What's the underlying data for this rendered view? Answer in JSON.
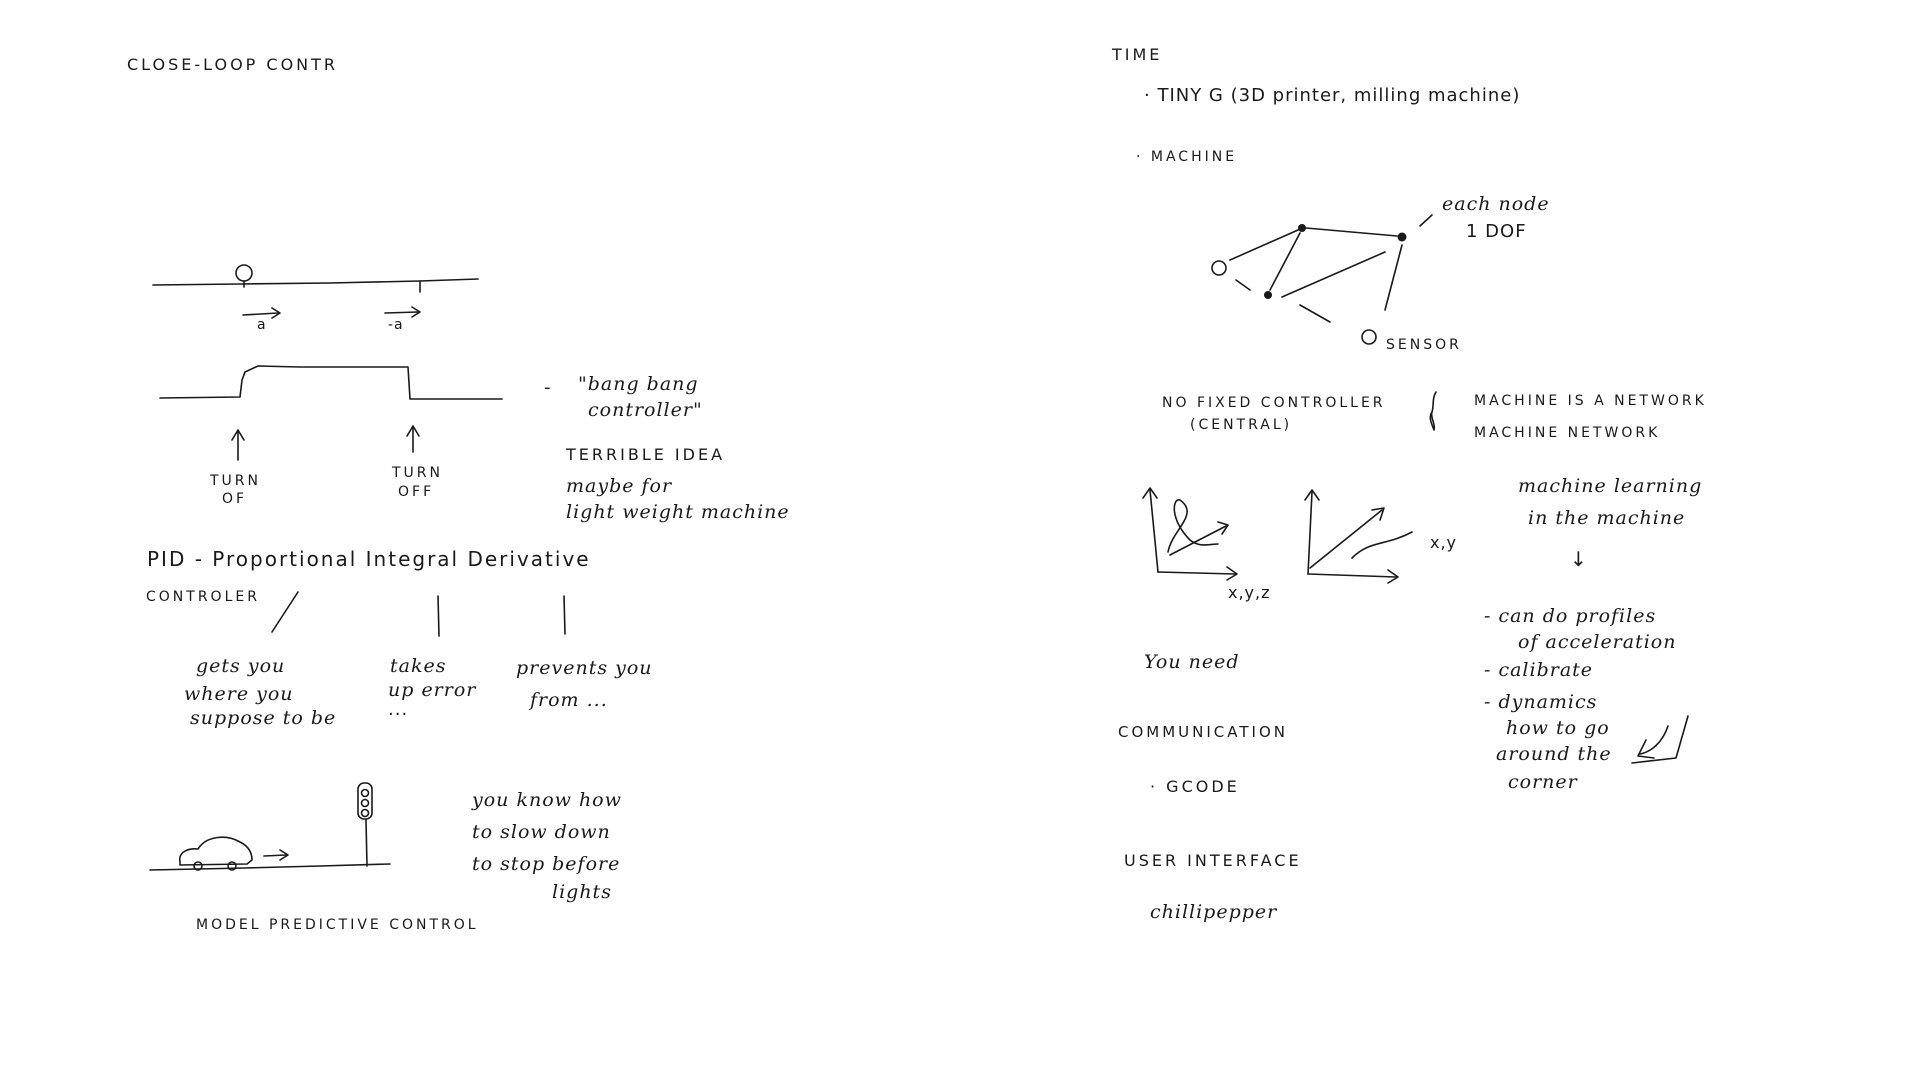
{
  "left_page": {
    "title": "CLOSE-LOOP CONTR",
    "bang_bang": {
      "vector_a": "a",
      "vector_neg_a": "-a",
      "turn_on": [
        "TURN",
        "OF"
      ],
      "turn_off": [
        "TURN",
        "OFF"
      ],
      "dash": "-",
      "quote": [
        "\"bang bang",
        "controller\""
      ],
      "terrible": "TERRIBLE IDEA",
      "maybe": [
        "maybe for",
        "light weight machine"
      ]
    },
    "pid": {
      "heading": "PID - Proportional Integral Derivative",
      "controller": "CONTROLER",
      "proportional": [
        "gets you",
        "where you",
        "suppose to be"
      ],
      "integral": [
        "takes",
        "up error",
        "..."
      ],
      "derivative": [
        "prevents you",
        "from ..."
      ]
    },
    "mpc": {
      "note": [
        "you know how",
        "to slow down",
        "to stop before",
        "lights"
      ],
      "label": "MODEL PREDICTIVE CONTROL"
    }
  },
  "right_page": {
    "title": "TIME",
    "tiny_g": "· TINY G   (3D printer, milling machine)",
    "machine": "· MACHINE",
    "network_diagram": {
      "node_label": [
        "each node",
        "1 DOF"
      ],
      "sensor": "SENSOR"
    },
    "no_fixed": [
      "NO FIXED CONTROLLER",
      "(CENTRAL)"
    ],
    "network": [
      "MACHINE IS A NETWORK",
      "MACHINE NETWORK"
    ],
    "axes": {
      "xyz": "x,y,z",
      "xy": "x,y"
    },
    "ml": [
      "machine learning",
      "in the machine"
    ],
    "arrow_down": "↓",
    "benefits": [
      "- can do profiles",
      "of acceleration",
      "- calibrate",
      "- dynamics",
      "how to go",
      "around the",
      "corner"
    ],
    "you_need": "You need",
    "communication": "COMMUNICATION",
    "gcode": "· GCODE",
    "user_interface": "USER INTERFACE",
    "chilipepper": "chillipepper"
  }
}
